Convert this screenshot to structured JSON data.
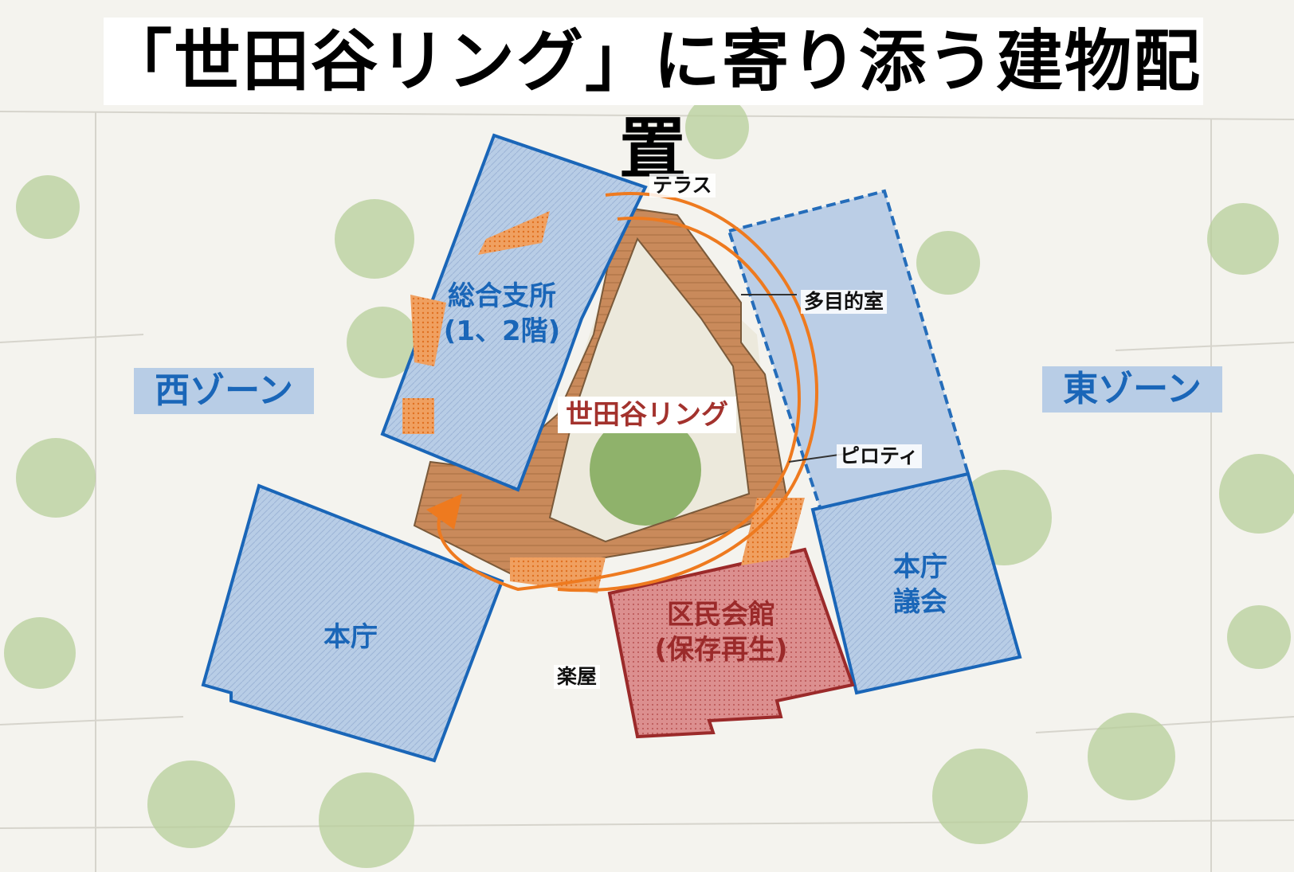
{
  "title": "「世田谷リング」に寄り添う建物配置",
  "zones": {
    "west": "西ゾーン",
    "east": "東ゾーン"
  },
  "buildings": {
    "branch_office": {
      "line1": "総合支所",
      "line2": "(1、2階)"
    },
    "main_office": "本庁",
    "main_office_council": {
      "line1": "本庁",
      "line2": "議会"
    },
    "civic_hall": {
      "line1": "区民会館",
      "line2": "(保存再生)"
    }
  },
  "labels": {
    "terrace": "テラス",
    "multipurpose_room": "多目的室",
    "ring": "世田谷リング",
    "piloti": "ピロティ",
    "green_room": "楽屋"
  },
  "colors": {
    "building_fill": "#b8cde6",
    "building_outline": "#1a66b8",
    "ring_deck": "#c98a5b",
    "ring_arc": "#ee7a1f",
    "civic_hall_fill": "#d98585",
    "civic_hall_outline": "#9b2a2a",
    "tree_green": "#a9c48c"
  }
}
